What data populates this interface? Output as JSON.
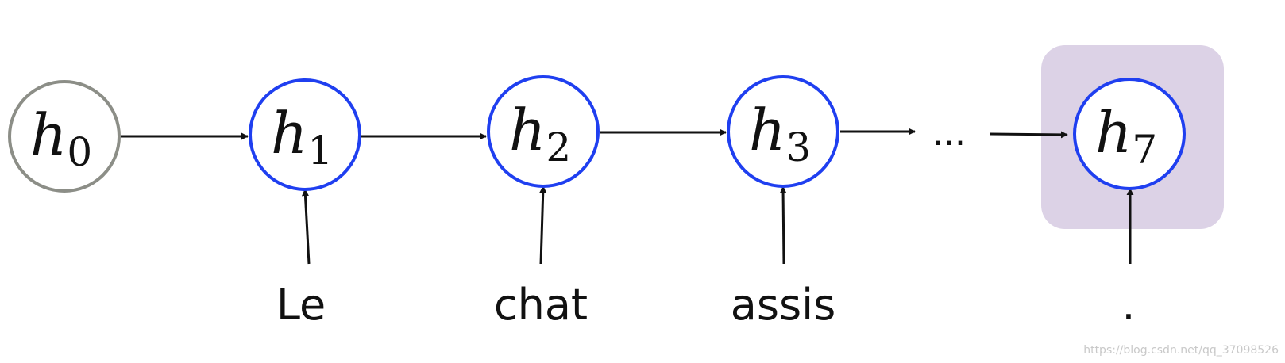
{
  "colors": {
    "initial_node_stroke": "#8c8e87",
    "hidden_node_stroke": "#1f3ff0",
    "highlight_fill": "#dcd2e6",
    "arrow": "#111111"
  },
  "nodes": [
    {
      "letter": "h",
      "subscript": "0"
    },
    {
      "letter": "h",
      "subscript": "1"
    },
    {
      "letter": "h",
      "subscript": "2"
    },
    {
      "letter": "h",
      "subscript": "3"
    },
    {
      "letter": "h",
      "subscript": "7"
    }
  ],
  "ellipsis": "...",
  "inputs": [
    "Le",
    "chat",
    "assis",
    "."
  ],
  "watermark": "https://blog.csdn.net/qq_37098526"
}
